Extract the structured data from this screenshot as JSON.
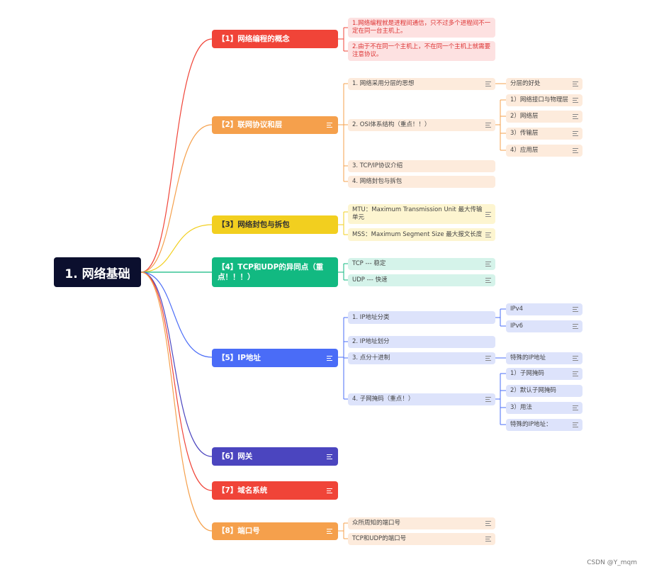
{
  "root": {
    "label": "1. 网络基础"
  },
  "topics": [
    {
      "id": "t1",
      "label": "【1】网络编程的概念",
      "color": "#f04438"
    },
    {
      "id": "t2",
      "label": "【2】联网协议和层",
      "color": "#f5a04c"
    },
    {
      "id": "t3",
      "label": "【3】网络封包与拆包",
      "color": "#f2cf1f"
    },
    {
      "id": "t4",
      "label": "【4】TCP和UDP的异同点（重点！！！）",
      "color": "#12b981"
    },
    {
      "id": "t5",
      "label": "【5】IP地址",
      "color": "#4a6cf7"
    },
    {
      "id": "t6",
      "label": "【6】网关",
      "color": "#4b45bf"
    },
    {
      "id": "t7",
      "label": "【7】域名系统",
      "color": "#f04438"
    },
    {
      "id": "t8",
      "label": "【8】端口号",
      "color": "#f5a04c"
    }
  ],
  "nodes": {
    "t1a": "1.网络编程就是进程间通信，只不过多个进程间不一定在同一台主机上。",
    "t1b": "2.由于不在同一个主机上，不在同一个主机上就需要注意协议。",
    "t2a": "1. 网络采用分层的思想",
    "t2a1": "分层的好处",
    "t2b": "2. OSI体系结构（重点！！）",
    "t2b1": "1）网络接口与物理层",
    "t2b2": "2）网络层",
    "t2b3": "3）传输层",
    "t2b4": "4）应用层",
    "t2c": "3. TCP/IP协议介绍",
    "t2d": "4. 网络封包与拆包",
    "t3a": "MTU：Maximum Transmission Unit 最大传输单元",
    "t3b": "MSS：Maximum Segment Size 最大报文长度",
    "t4a": "TCP --- 稳定",
    "t4b": "UDP --- 快速",
    "t5a": "1. IP地址分类",
    "t5a1": "IPv4",
    "t5a2": "IPv6",
    "t5b": "2. IP地址划分",
    "t5c": "3. 点分十进制",
    "t5c1": "特殊的IP地址",
    "t5d": "4. 子网掩码（重点！）",
    "t5d1": "1）子网掩码",
    "t5d2": "2）默认子网掩码",
    "t5d3": "3）用法",
    "t5d4": "特殊的IP地址：",
    "t8a": "众所周知的端口号",
    "t8b": "TCP和UDP的端口号"
  },
  "watermark": "CSDN @Y_mqm"
}
